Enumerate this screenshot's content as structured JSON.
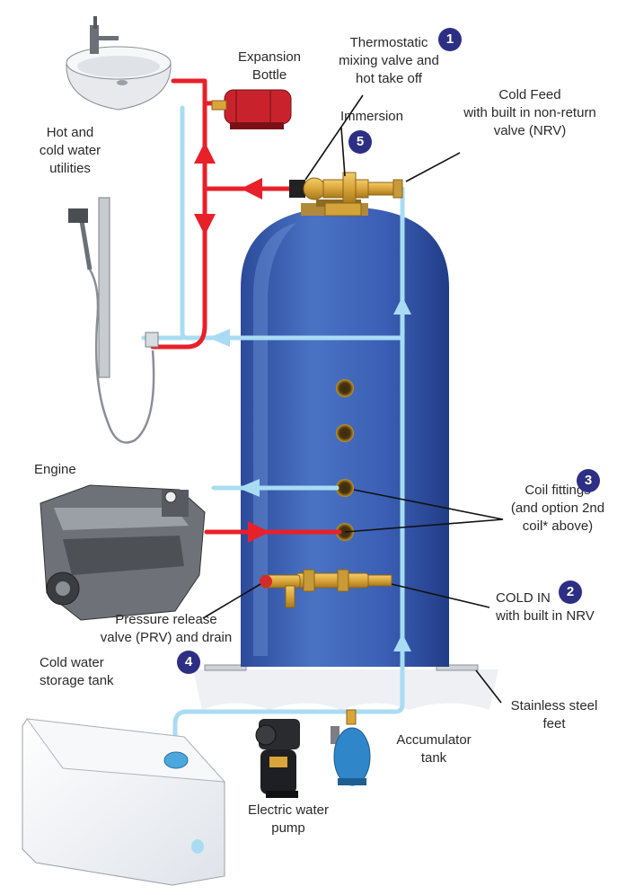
{
  "labels": {
    "thermostatic": "Thermostatic\nmixing valve and\nhot take off",
    "expansion": "Expansion\nBottle",
    "cold_feed": "Cold Feed\nwith built in non-return\nvalve (NRV)",
    "immersion": "Immersion",
    "hot_cold": "Hot and\ncold water\nutilities",
    "engine": "Engine",
    "coil_fittings": "Coil fittings\n(and option 2nd\ncoil* above)",
    "cold_in": "COLD IN\nwith built in NRV",
    "prv": "Pressure release\nvalve (PRV) and drain",
    "cold_storage": "Cold water\nstorage tank",
    "stainless": "Stainless steel\nfeet",
    "accumulator": "Accumulator\ntank",
    "pump": "Electric water\npump"
  },
  "badges": {
    "b1": "1",
    "b2": "2",
    "b3": "3",
    "b4": "4",
    "b5": "5"
  },
  "colors": {
    "badge": "#2d2f84",
    "cylinder": "#3b5fb0",
    "hot_pipe": "#e8202a",
    "cold_pipe": "#a9dcf3",
    "brass": "#d9a53a",
    "expansion_bottle": "#c8232c",
    "accumulator": "#2f86c9"
  },
  "icons": [
    "basin-icon",
    "shower-icon",
    "expansion-bottle-icon",
    "mixing-valve-icon",
    "immersion-icon",
    "engine-icon",
    "prv-valve-icon",
    "cold-in-valve-icon",
    "storage-tank-icon",
    "pump-icon",
    "accumulator-icon"
  ]
}
